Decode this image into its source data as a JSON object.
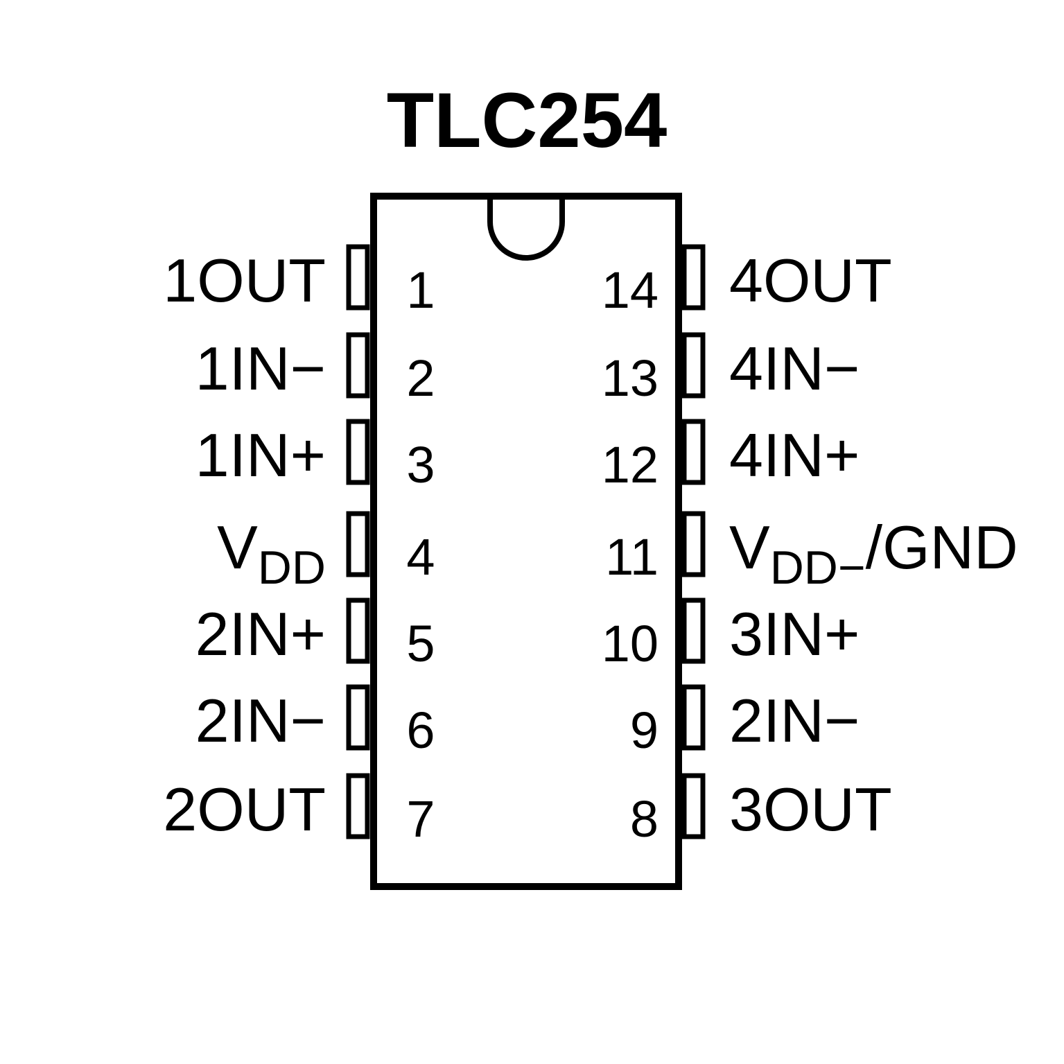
{
  "title": "TLC254",
  "colors": {
    "stroke": "#000000",
    "background": "#ffffff"
  },
  "left_pins": [
    {
      "number": "1",
      "label": "1OUT",
      "sub": "",
      "suffix": ""
    },
    {
      "number": "2",
      "label": "1IN−",
      "sub": "",
      "suffix": ""
    },
    {
      "number": "3",
      "label": "1IN+",
      "sub": "",
      "suffix": ""
    },
    {
      "number": "4",
      "label": "V",
      "sub": "DD",
      "suffix": ""
    },
    {
      "number": "5",
      "label": "2IN+",
      "sub": "",
      "suffix": ""
    },
    {
      "number": "6",
      "label": "2IN−",
      "sub": "",
      "suffix": ""
    },
    {
      "number": "7",
      "label": "2OUT",
      "sub": "",
      "suffix": ""
    }
  ],
  "right_pins": [
    {
      "number": "14",
      "label": "4OUT",
      "sub": "",
      "suffix": ""
    },
    {
      "number": "13",
      "label": "4IN−",
      "sub": "",
      "suffix": ""
    },
    {
      "number": "12",
      "label": "4IN+",
      "sub": "",
      "suffix": ""
    },
    {
      "number": "11",
      "label": "V",
      "sub": "DD−",
      "suffix": "/GND"
    },
    {
      "number": "10",
      "label": "3IN+",
      "sub": "",
      "suffix": ""
    },
    {
      "number": "9",
      "label": "2IN−",
      "sub": "",
      "suffix": ""
    },
    {
      "number": "8",
      "label": "3OUT",
      "sub": "",
      "suffix": ""
    }
  ]
}
